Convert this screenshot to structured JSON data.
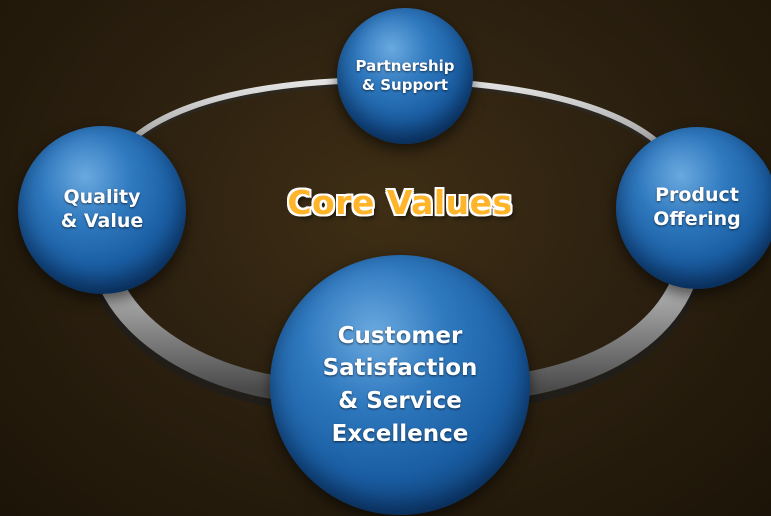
{
  "title": "Core Values",
  "nodes": {
    "top": "Partnership\n& Support",
    "left": "Quality\n& Value",
    "right": "Product\nOffering",
    "center": "Customer\nSatisfaction\n& Service\nExcellence"
  },
  "colors": {
    "background": "#2d2110",
    "sphere": "#1a5ea3",
    "title": "#ffb42a",
    "ring": "#9a9a9a"
  }
}
